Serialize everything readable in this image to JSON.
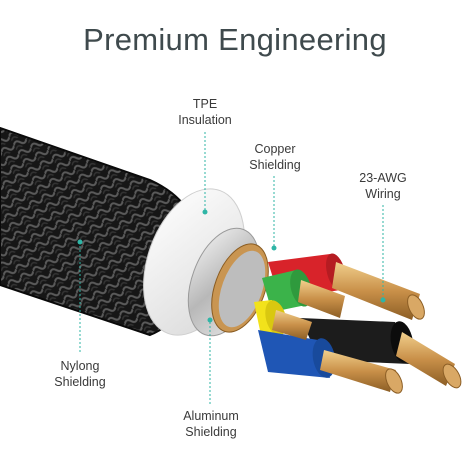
{
  "title": "Premium Engineering",
  "labels": {
    "tpe": "TPE\nInsulation",
    "copper": "Copper\nShielding",
    "awg": "23-AWG\nWiring",
    "nylon": "Nylong\nShielding",
    "aluminum": "Aluminum\nShielding"
  },
  "colors": {
    "background": "#ffffff",
    "leader_line": "#2fb5a6",
    "wire_red": "#d8232a",
    "wire_green": "#3bb34a",
    "wire_yellow": "#f2e21b",
    "wire_blue": "#1f56b5",
    "wire_black": "#1c1c1c",
    "copper": "#d6a25c",
    "jacket": "#f2f2f2",
    "braid": "#1b1b1b"
  }
}
